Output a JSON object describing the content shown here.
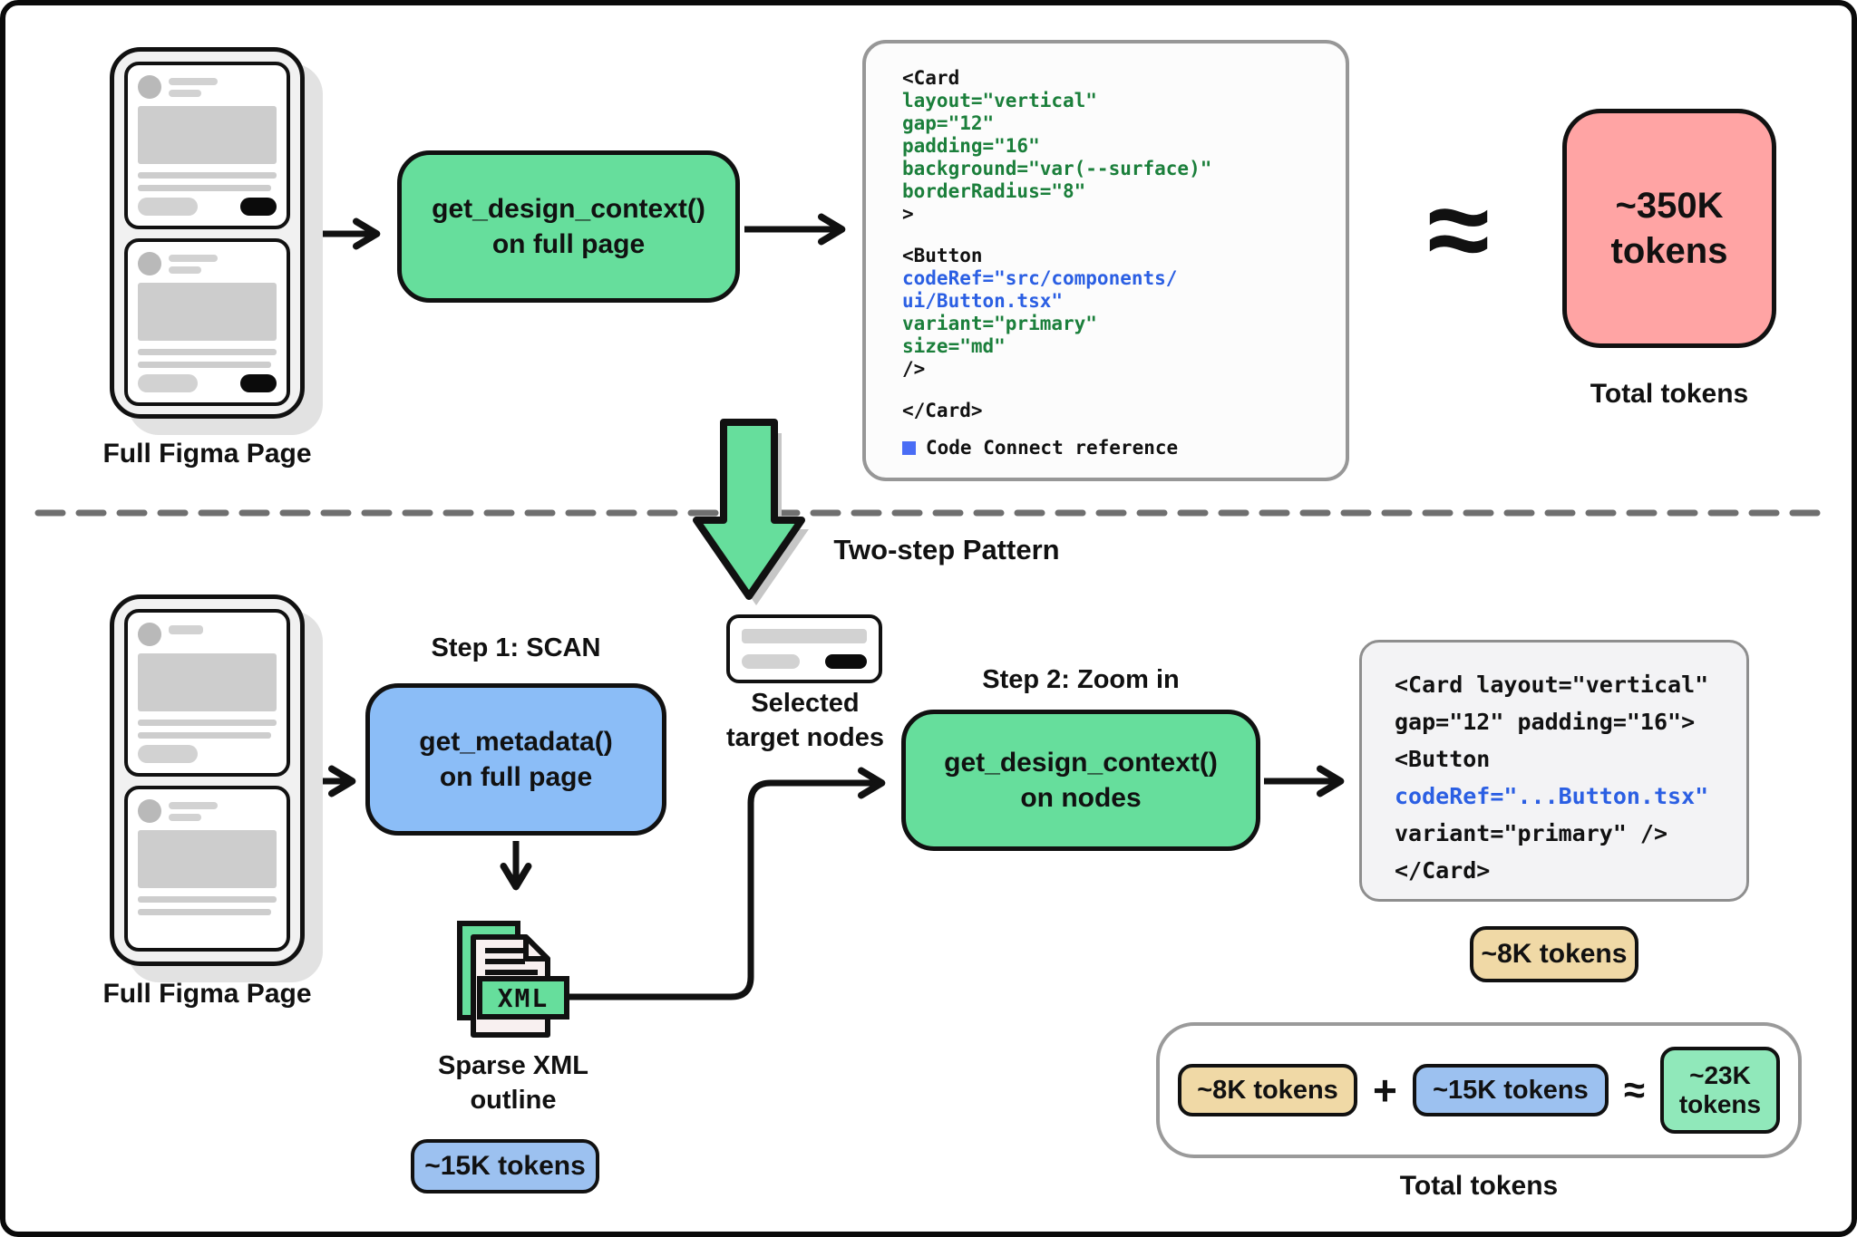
{
  "colors": {
    "box_green": "#66DE9C",
    "box_blue": "#8BBDF7",
    "box_red": "#FFA4A4",
    "badge_tan": "#F0D9A6",
    "badge_blue": "#9CC1F0",
    "badge_green": "#90E8BA",
    "code_green": "#1B7F3B",
    "code_blue": "#2B5FE3",
    "legend_blue": "#4A6DF5"
  },
  "top": {
    "figma_label": "Full Figma Page",
    "tool_line1": "get_design_context()",
    "tool_line2": "on full page",
    "approx": "≈",
    "total_value_line1": "~350K",
    "total_value_line2": "tokens",
    "total_label": "Total tokens",
    "code": {
      "lines": [
        {
          "text": "<Card",
          "color": "black"
        },
        {
          "text": "layout=\"vertical\"",
          "color": "green"
        },
        {
          "text": "gap=\"12\"",
          "color": "green"
        },
        {
          "text": "padding=\"16\"",
          "color": "green"
        },
        {
          "text": "background=\"var(--surface)\"",
          "color": "green"
        },
        {
          "text": "borderRadius=\"8\"",
          "color": "green"
        },
        {
          "text": ">",
          "color": "black"
        },
        {
          "text": "",
          "color": "black"
        },
        {
          "text": "<Button",
          "color": "black"
        },
        {
          "text": "codeRef=\"src/components/",
          "color": "blue"
        },
        {
          "text": "ui/Button.tsx\"",
          "color": "blue"
        },
        {
          "text": "variant=\"primary\"",
          "color": "green"
        },
        {
          "text": "size=\"md\"",
          "color": "green"
        },
        {
          "text": "/>",
          "color": "black"
        },
        {
          "text": "",
          "color": "black"
        },
        {
          "text": "</Card>",
          "color": "black"
        }
      ],
      "legend": "Code Connect reference"
    }
  },
  "middle": {
    "pattern_label": "Two-step Pattern"
  },
  "bottom": {
    "figma_label": "Full Figma Page",
    "step1_heading": "Step 1: SCAN",
    "step1_line1": "get_metadata()",
    "step1_line2": "on full page",
    "xml_badge": "XML",
    "sparse_line1": "Sparse XML",
    "sparse_line2": "outline",
    "tokens_15k": "~15K tokens",
    "selected_line1": "Selected",
    "selected_line2": "target nodes",
    "step2_heading": "Step 2: Zoom in",
    "step2_line1": "get_design_context()",
    "step2_line2": "on nodes",
    "code": {
      "lines": [
        {
          "text": "<Card layout=\"vertical\"",
          "color": "black"
        },
        {
          "text": "gap=\"12\" padding=\"16\">",
          "color": "black"
        },
        {
          "text": "<Button",
          "color": "black"
        },
        {
          "text": "codeRef=\"...Button.tsx\"",
          "color": "blue"
        },
        {
          "text": "variant=\"primary\" />",
          "color": "black"
        },
        {
          "text": "</Card>",
          "color": "black"
        }
      ]
    },
    "tokens_8k": "~8K tokens",
    "summary": {
      "tokens_8k": "~8K  tokens",
      "plus": "+",
      "tokens_15k": "~15K  tokens",
      "approx": "≈",
      "tokens_23k_line1": "~23K",
      "tokens_23k_line2": "tokens",
      "label": "Total tokens"
    }
  }
}
